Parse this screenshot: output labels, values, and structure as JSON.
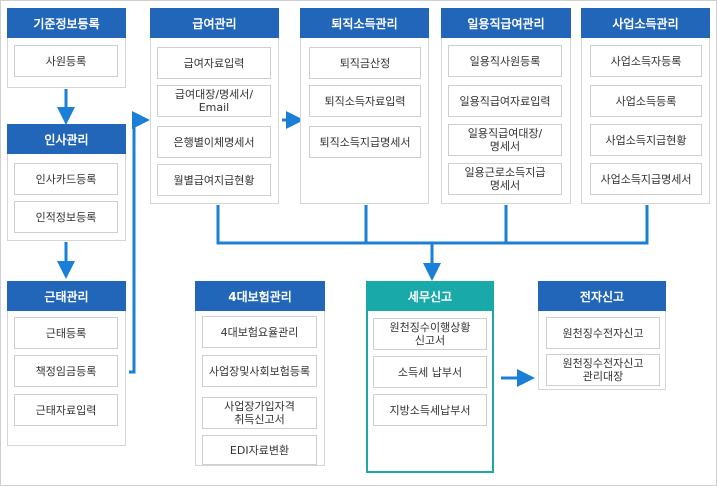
{
  "columns": [
    {
      "id": "basic",
      "title": "기준정보등록",
      "items": [
        "사원등록"
      ]
    },
    {
      "id": "hr",
      "title": "인사관리",
      "items": [
        "인사카드등록",
        "인적정보등록"
      ]
    },
    {
      "id": "attendance",
      "title": "근태관리",
      "items": [
        "근태등록",
        "책정임금등록",
        "근태자료입력"
      ]
    },
    {
      "id": "payroll",
      "title": "급여관리",
      "items": [
        "급여자료입력",
        "급여대장/명세서/\nEmail",
        "은행별이체명세서",
        "월별급여지급현황"
      ]
    },
    {
      "id": "retire",
      "title": "퇴직소득관리",
      "items": [
        "퇴직금산정",
        "퇴직소득자료입력",
        "퇴직소득지급명세서"
      ]
    },
    {
      "id": "daily",
      "title": "일용직급여관리",
      "items": [
        "일용직사원등록",
        "일용직급여자료입력",
        "일용직급여대장/\n명세서",
        "일용근로소득지급\n명세서"
      ]
    },
    {
      "id": "business",
      "title": "사업소득관리",
      "items": [
        "사업소득자등록",
        "사업소득등록",
        "사업소득지급현황",
        "사업소득지급명세서"
      ]
    },
    {
      "id": "insurance",
      "title": "4대보험관리",
      "items": [
        "4대보험요율관리",
        "사업장및사회보험등록",
        "사업장가입자격\n취득신고서",
        "EDI자료변환"
      ]
    },
    {
      "id": "tax",
      "title": "세무신고",
      "items": [
        "원천징수이행상황\n신고서",
        "소득세 납부서",
        "지방소득세납부서"
      ]
    },
    {
      "id": "efile",
      "title": "전자신고",
      "items": [
        "원천징수전자신고",
        "원천징수전자신고\n관리대장"
      ]
    }
  ],
  "colors": {
    "header": "#2166b8",
    "highlight": "#1aa9a9",
    "arrow": "#1a7fd6"
  }
}
